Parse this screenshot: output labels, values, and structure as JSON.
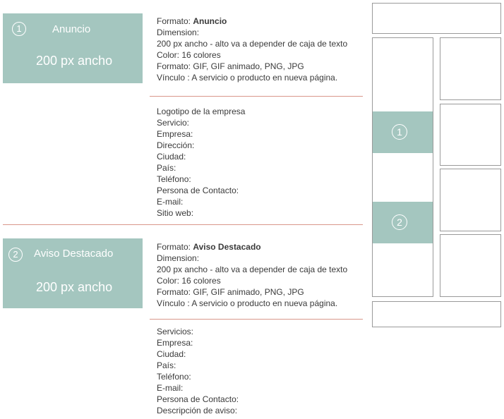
{
  "ad1": {
    "number": "1",
    "title": "Anuncio",
    "size": "200 px ancho",
    "format_label": "Formato: ",
    "format_value": "Anuncio",
    "specs": [
      "Dimension:",
      "200 px ancho - alto va a depender de caja de texto",
      "Color: 16 colores",
      "Formato: GIF, GIF animado, PNG, JPG",
      "Vínculo : A servicio o  producto en  nueva página."
    ],
    "fields": [
      "Logotipo de la empresa",
      "Servicio:",
      "Empresa:",
      "Dirección:",
      "Ciudad:",
      "País:",
      "Teléfono:",
      "Persona de Contacto:",
      "E-mail:",
      "Sitio web:"
    ]
  },
  "ad2": {
    "number": "2",
    "title": "Aviso Destacado",
    "size": "200 px ancho",
    "format_label": "Formato: ",
    "format_value": "Aviso Destacado",
    "specs": [
      "Dimension:",
      "200 px ancho - alto va a depender de caja de texto",
      "Color: 16 colores",
      "Formato: GIF, GIF animado, PNG, JPG",
      "Vínculo : A servicio o  producto en  nueva página."
    ],
    "fields": [
      "Servicios:",
      "Empresa:",
      "Ciudad:",
      "País:",
      "Teléfono:",
      "E-mail:",
      "Persona de Contacto:",
      "Descripción de aviso:"
    ]
  },
  "wireframe": {
    "marker1": "1",
    "marker2": "2"
  },
  "colors": {
    "accent": "#a4c6bf",
    "divider": "#d9978a",
    "outline": "#9a9a9a"
  }
}
